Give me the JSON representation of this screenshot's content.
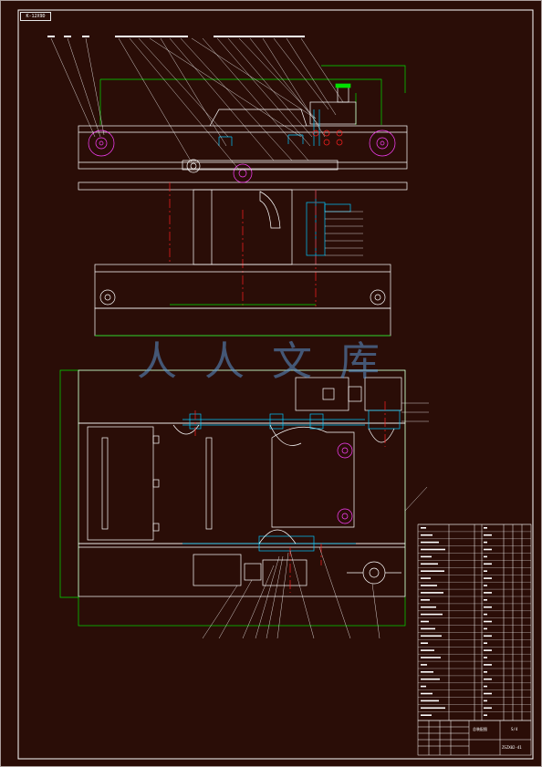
{
  "drawing": {
    "corner_tag": "K-12X9D",
    "watermark": "人人文库",
    "colors": {
      "background": "#2a0d07",
      "outline": "#ffffff",
      "center_line": "#ff2020",
      "dimension": "#00e000",
      "hatch": "#00c8ff",
      "wheel": "#ff40ff",
      "leader": "#ffffff"
    }
  },
  "title_block": {
    "drawing_number": "ZSZX02-41",
    "sheet_label": "S/4",
    "stamp": "总装配图"
  }
}
